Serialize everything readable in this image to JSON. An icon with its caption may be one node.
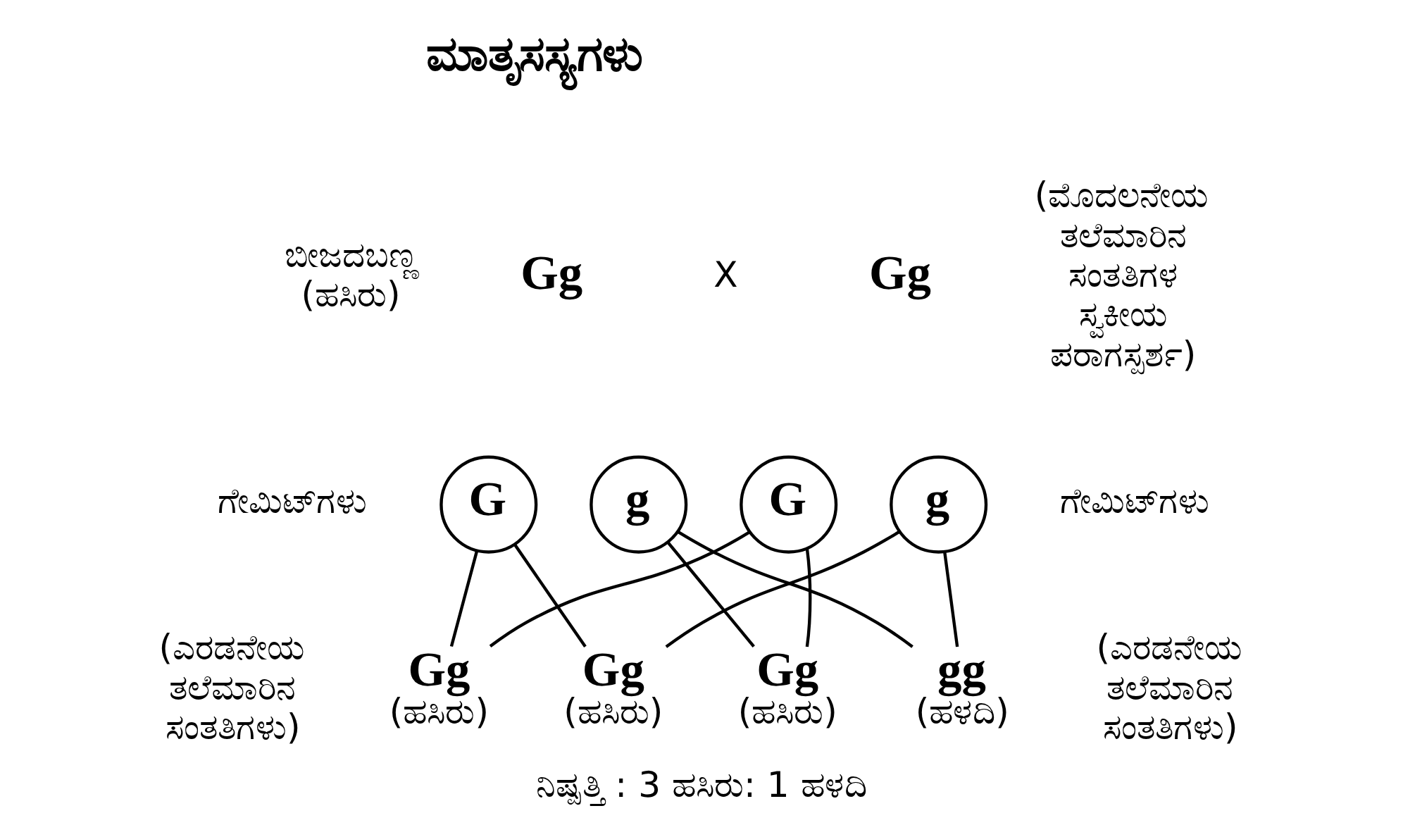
{
  "diagram": {
    "caption": "ನಿಷ್ಪತ್ತಿ : 3 ಹಸಿರು: 1 ಹಳದಿ",
    "nodes": [
      {
        "text": [
          "G"
        ]
      },
      {
        "text": [
          "g"
        ]
      },
      {
        "text": [
          "G"
        ]
      },
      {
        "text": [
          "g"
        ]
      },
      {
        "text": [
          "Gg",
          "(ಹಸಿರು)"
        ]
      },
      {
        "text": [
          "Gg",
          "(ಹಸಿರು)"
        ]
      },
      {
        "text": [
          "Gg",
          "(ಹಸಿರು)"
        ]
      },
      {
        "text": [
          "gg",
          "(ಹಳದಿ)"
        ]
      }
    ],
    "edges": [
      {
        "from": 0,
        "to": 4,
        "arrow": "none"
      },
      {
        "from": 0,
        "to": 5,
        "arrow": "none"
      },
      {
        "from": 1,
        "to": 6,
        "arrow": "none"
      },
      {
        "from": 1,
        "to": 7,
        "arrow": "none"
      },
      {
        "from": 2,
        "to": 4,
        "arrow": "none"
      },
      {
        "from": 2,
        "to": 6,
        "arrow": "none"
      },
      {
        "from": 3,
        "to": 5,
        "arrow": "none"
      },
      {
        "from": 3,
        "to": 7,
        "arrow": "none"
      }
    ],
    "labels": [
      "(ಮೊದಲನೇಯ ತಲೆಮಾರಿನ ಸಂತತಿಗಳ ಸ್ವಕೀಯ ಪರಾಗಸ್ಪರ್ಶ)",
      "ಮಾತೃಸಸ್ಯಗಳು",
      "ಬೀಜದಬಣ್ಣ (ಹಸಿರು)",
      "Gg",
      "X",
      "Gg",
      "ಗೇಮಿಟ್‌ಗಳು",
      "ಗೇಮಿಟ್‌ಗಳು",
      "(ಎರಡನೇಯ ತಲೆಮಾರಿನ ಸಂತತಿಗಳು)",
      "(ಎರಡನೇಯ ತಲೆಮಾರಿನ ಸಂತತಿಗಳು)"
    ]
  }
}
